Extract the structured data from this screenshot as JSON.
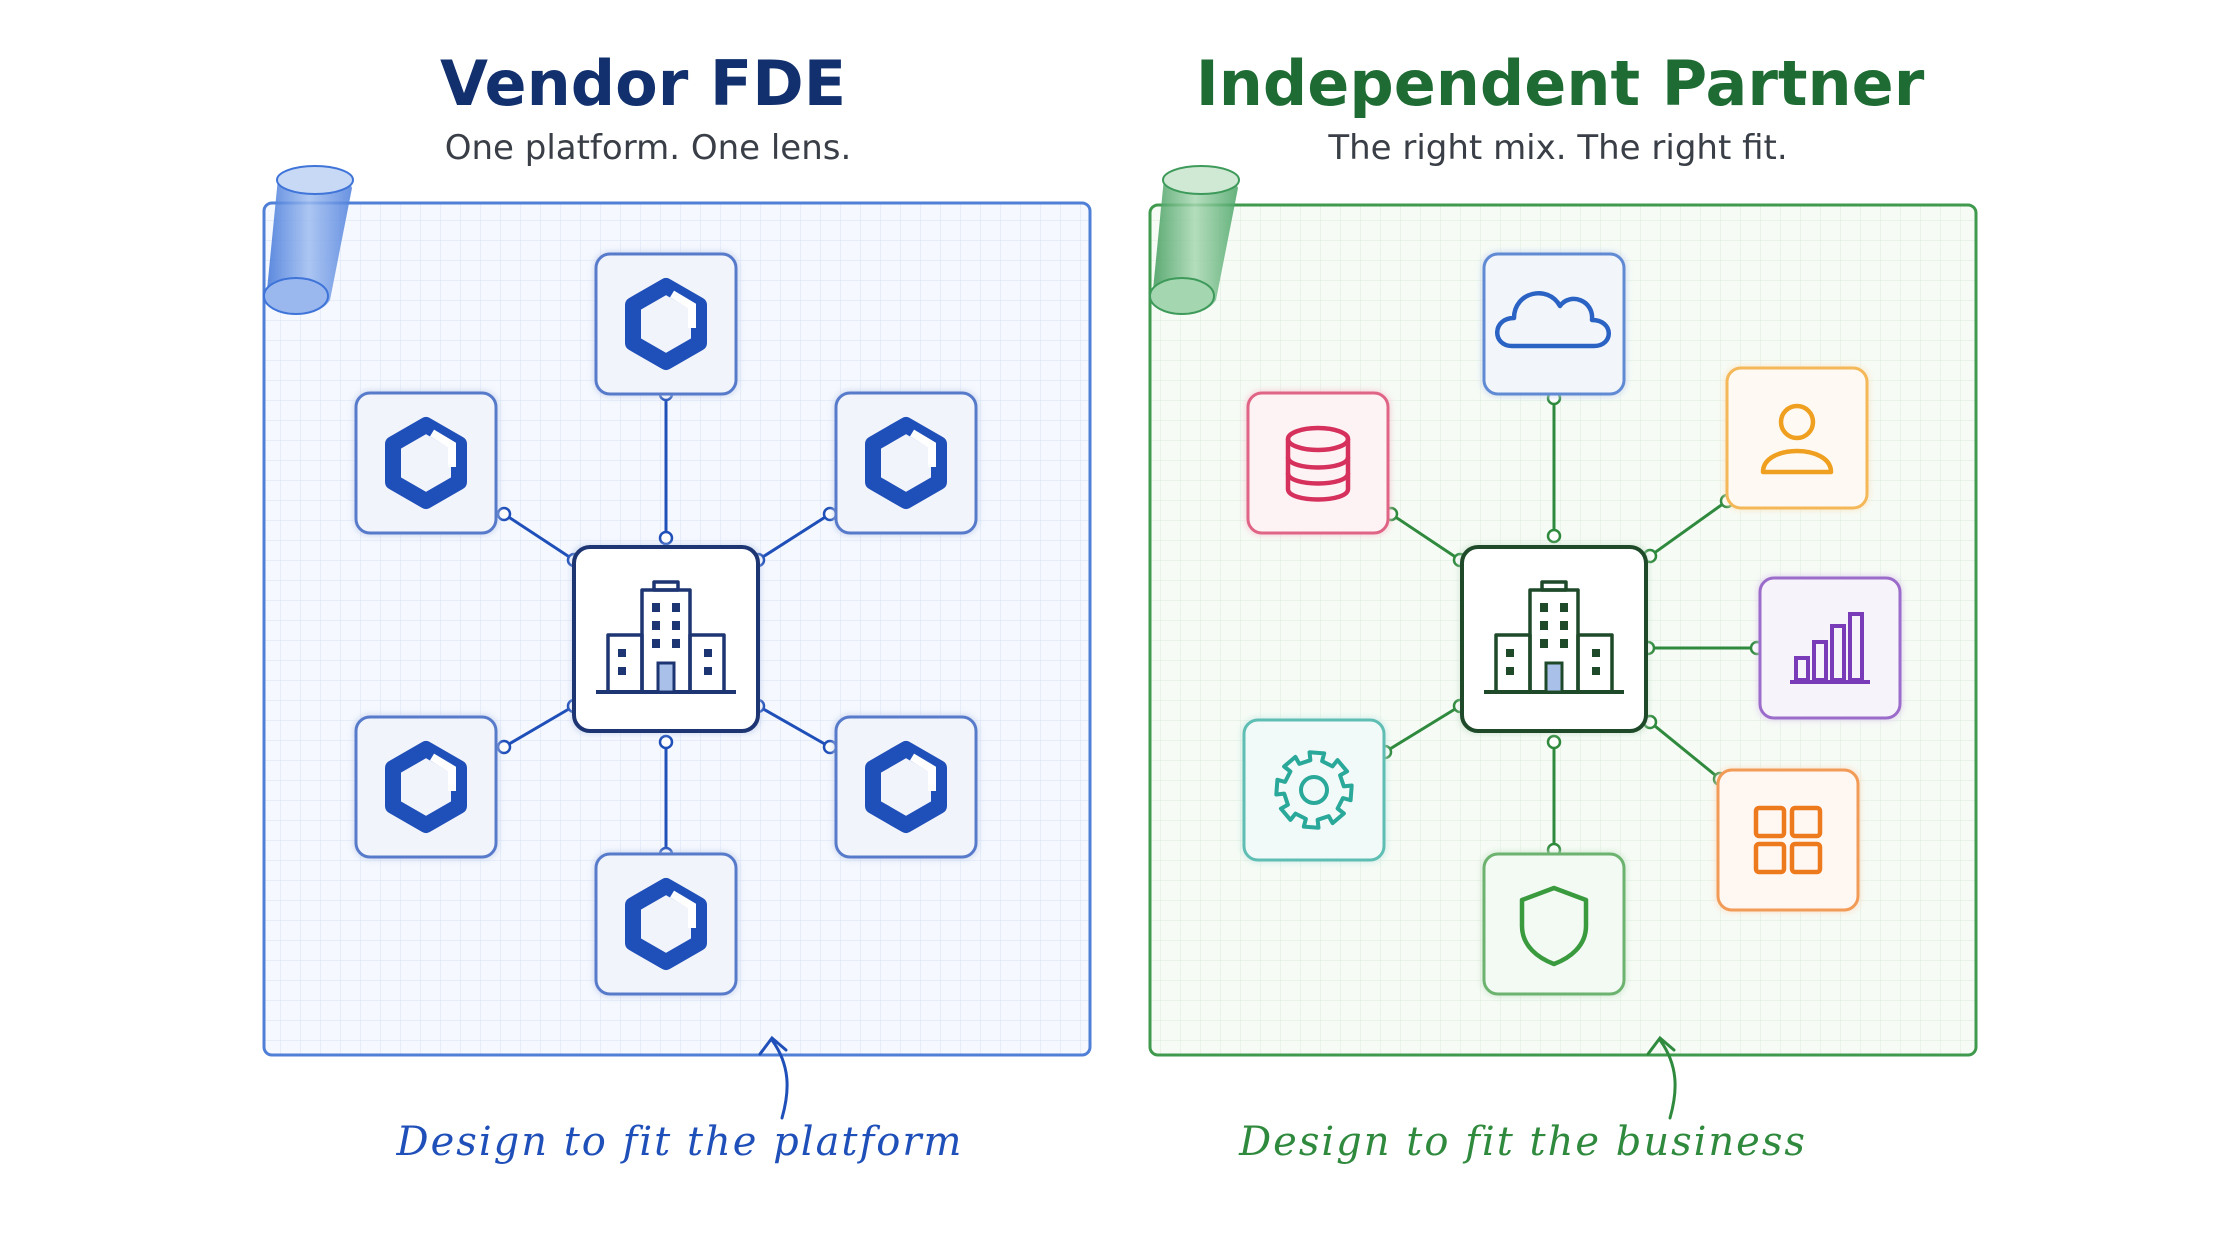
{
  "left": {
    "title": "Vendor FDE",
    "subtitle": "One platform. One lens.",
    "caption": "Design to fit the platform",
    "accent": "#1f4fb8",
    "title_color": "#12306e",
    "center_icon": "building-icon",
    "nodes": [
      {
        "icon": "hexagon-platform-icon",
        "color": "#1f4fb8"
      },
      {
        "icon": "hexagon-platform-icon",
        "color": "#1f4fb8"
      },
      {
        "icon": "hexagon-platform-icon",
        "color": "#1f4fb8"
      },
      {
        "icon": "hexagon-platform-icon",
        "color": "#1f4fb8"
      },
      {
        "icon": "hexagon-platform-icon",
        "color": "#1f4fb8"
      },
      {
        "icon": "hexagon-platform-icon",
        "color": "#1f4fb8"
      }
    ]
  },
  "right": {
    "title": "Independent Partner",
    "subtitle": "The right mix. The right fit.",
    "caption": "Design to fit the business",
    "accent": "#2f8a3e",
    "title_color": "#1e6b34",
    "center_icon": "building-icon",
    "nodes": [
      {
        "icon": "cloud-icon",
        "color": "#2b63c4"
      },
      {
        "icon": "database-icon",
        "color": "#d6305c"
      },
      {
        "icon": "user-icon",
        "color": "#f0a020"
      },
      {
        "icon": "bar-chart-icon",
        "color": "#7a3bb8"
      },
      {
        "icon": "grid-icon",
        "color": "#ee7a1e"
      },
      {
        "icon": "shield-icon",
        "color": "#3a9a3e"
      },
      {
        "icon": "gear-icon",
        "color": "#2aa89a"
      }
    ]
  }
}
